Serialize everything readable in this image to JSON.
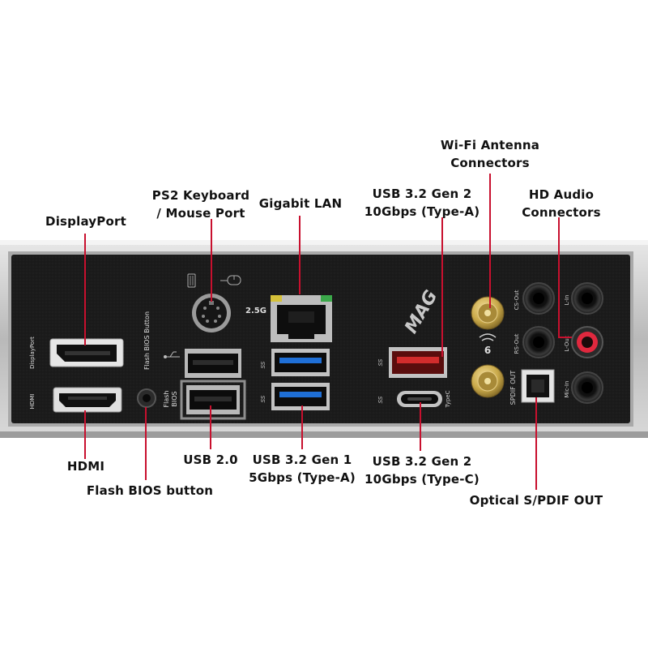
{
  "diagram": {
    "callouts": {
      "displayport": {
        "lines": [
          "DisplayPort"
        ]
      },
      "ps2": {
        "lines": [
          "PS2 Keyboard",
          "/ Mouse Port"
        ]
      },
      "gigabit_lan": {
        "lines": [
          "Gigabit LAN"
        ]
      },
      "usb32_gen2_a": {
        "lines": [
          "USB 3.2 Gen 2",
          "10Gbps (Type-A)"
        ]
      },
      "wifi": {
        "lines": [
          "Wi-Fi Antenna",
          "Connectors"
        ]
      },
      "hd_audio": {
        "lines": [
          "HD Audio",
          "Connectors"
        ]
      },
      "hdmi": {
        "lines": [
          "HDMI"
        ]
      },
      "flash_bios": {
        "lines": [
          "Flash BIOS button"
        ]
      },
      "usb20": {
        "lines": [
          "USB 2.0"
        ]
      },
      "usb32_gen1": {
        "lines": [
          "USB 3.2 Gen 1",
          "5Gbps (Type-A)"
        ]
      },
      "usb32_gen2_c": {
        "lines": [
          "USB 3.2 Gen 2",
          "10Gbps (Type-C)"
        ]
      },
      "optical": {
        "lines": [
          "Optical S/PDIF OUT"
        ]
      }
    },
    "panel_print": {
      "displayport": "DisplayPort",
      "hdmi": "HDMI",
      "flash_bios_button": "Flash BIOS Button",
      "flash_bios": [
        "Flash",
        "BIOS"
      ],
      "lan_speed": "2.5G",
      "brand": "MAG",
      "typec": "TypeC",
      "cs_out": "CS-Out",
      "rs_out": "RS-Out",
      "spdif_out": "SPDIF OUT",
      "line_in": "L-In",
      "line_out": "L-Out",
      "mic_in": "Mic-In",
      "wifi6": "6",
      "ss_usb": "SS",
      "ss10": "SS"
    },
    "colors": {
      "leader_line": "#c8102e",
      "panel": "#1c1c1c",
      "usb_blue": "#1f6fd6",
      "usb_red": "#d22c2c",
      "gold": "#c9a94a",
      "line_out_pink": "#e0283e"
    }
  }
}
